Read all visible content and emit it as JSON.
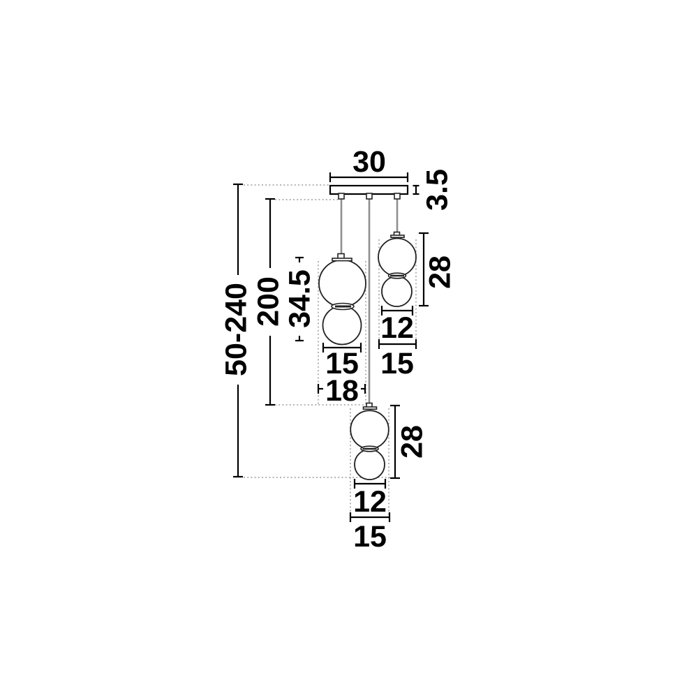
{
  "diagram": {
    "type": "technical-dimension-drawing",
    "subject": "three-drop pendant ceiling lamp, each drop with two stacked globes",
    "colors": {
      "background": "#ffffff",
      "ink": "#000000",
      "outline": "#222222",
      "cord": "#8f8f8f",
      "guide_dotted": "#9b9b9b"
    },
    "labels": {
      "canopy_width": "30",
      "canopy_thickness": "3.5",
      "overall_height": "50-240",
      "cord_drop": "200",
      "left_pendant_height": "34.5",
      "left_small_globe": "15",
      "left_large_globe": "18",
      "right_pendant_height": "28",
      "right_small_globe": "12",
      "right_large_globe": "15",
      "bottom_pendant_height": "28",
      "bottom_small_globe": "12",
      "bottom_large_globe": "15"
    }
  }
}
